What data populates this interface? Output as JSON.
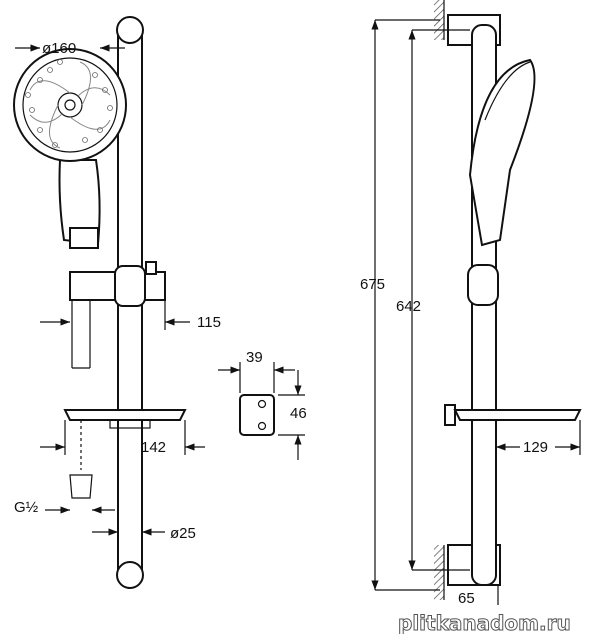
{
  "front_view": {
    "dimensions": {
      "head_diameter": "ø160",
      "slider_offset": "115",
      "bracket_width": "39",
      "bracket_height": "46",
      "soap_dish_depth": "142",
      "hose_connection": "G½",
      "rail_diameter": "ø25"
    }
  },
  "side_view": {
    "dimensions": {
      "total_height": "675",
      "bracket_spacing": "642",
      "soap_dish_projection": "129",
      "wall_offset": "65"
    }
  },
  "watermark": "plitkanadom.ru"
}
